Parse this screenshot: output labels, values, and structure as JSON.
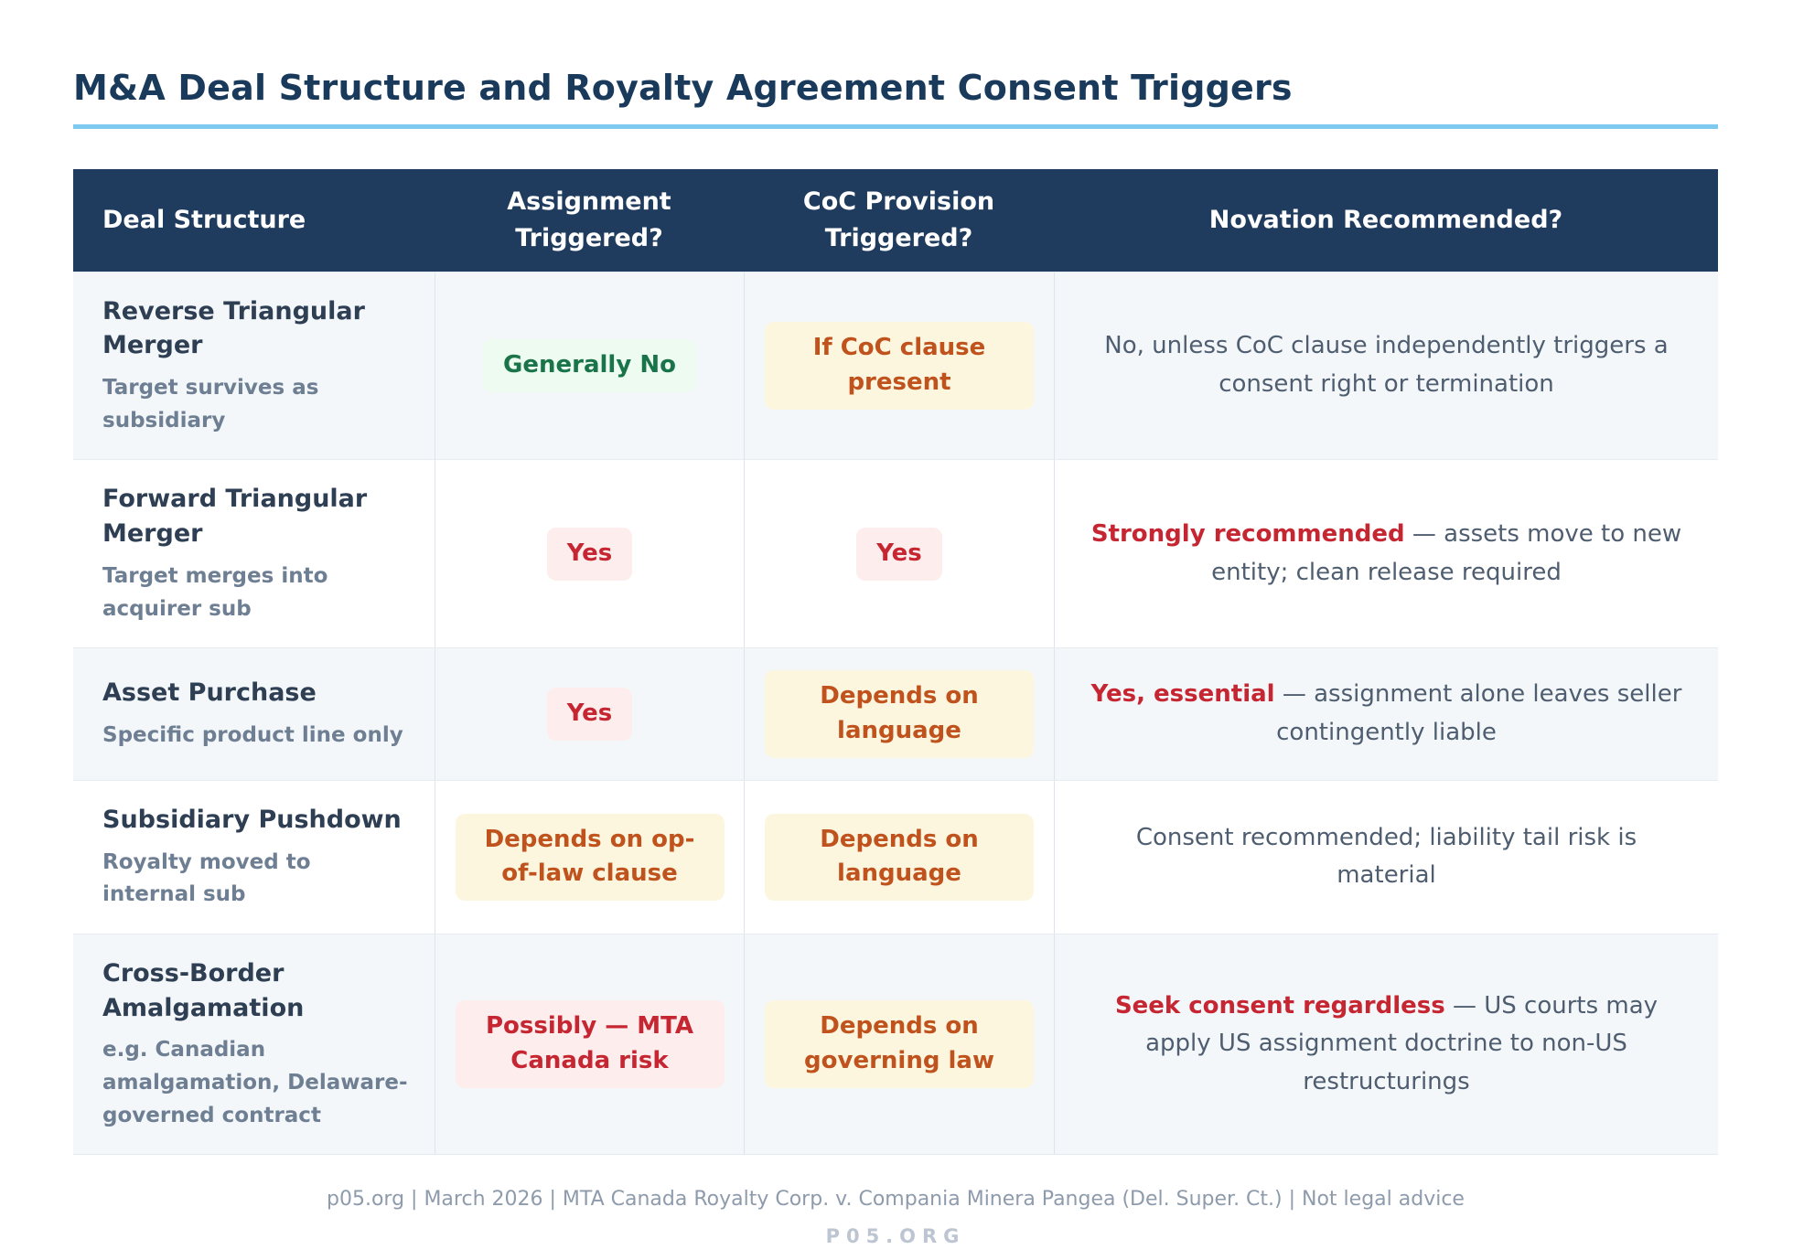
{
  "page": {
    "title": "M&A Deal Structure and Royalty Agreement Consent Triggers"
  },
  "colors": {
    "header_bg": "#1f3b5e",
    "title_navy": "#1a3a5c",
    "accent_underline": "#7ec9f0",
    "row_alt_bg": "#f4f7fa",
    "green_text": "#19744a",
    "green_bg": "#eefbf0",
    "red_text": "#c62631",
    "red_bg": "#fdeded",
    "orange_text": "#c0531d",
    "orange_bg": "#fdf6df",
    "body_text": "#4e5d6f",
    "footer_text": "#8e9bac"
  },
  "table": {
    "headers": {
      "col1": "Deal Structure",
      "col2": "Assignment Triggered?",
      "col3": "CoC Provision Triggered?",
      "col4": "Novation Recommended?"
    },
    "rows": [
      {
        "deal": {
          "title": "Reverse Triangular Merger",
          "subtitle": "Target survives as subsidiary"
        },
        "assignment": {
          "text": "Generally No",
          "style": "green"
        },
        "coc": {
          "text": "If CoC clause present",
          "style": "orange"
        },
        "novation": {
          "lead": "",
          "rest": "No, unless CoC clause independently triggers a consent right or termination"
        }
      },
      {
        "deal": {
          "title": "Forward Triangular Merger",
          "subtitle": "Target merges into acquirer sub"
        },
        "assignment": {
          "text": "Yes",
          "style": "red"
        },
        "coc": {
          "text": "Yes",
          "style": "red"
        },
        "novation": {
          "lead": "Strongly recommended",
          "rest": " — assets move to new entity; clean release required"
        }
      },
      {
        "deal": {
          "title": "Asset Purchase",
          "subtitle": "Specific product line only"
        },
        "assignment": {
          "text": "Yes",
          "style": "red"
        },
        "coc": {
          "text": "Depends on language",
          "style": "orange"
        },
        "novation": {
          "lead": "Yes, essential",
          "rest": " — assignment alone leaves seller contingently liable"
        }
      },
      {
        "deal": {
          "title": "Subsidiary Pushdown",
          "subtitle": "Royalty moved to internal sub"
        },
        "assignment": {
          "text": "Depends on op-of-law clause",
          "style": "orange"
        },
        "coc": {
          "text": "Depends on language",
          "style": "orange"
        },
        "novation": {
          "lead": "",
          "rest": "Consent recommended; liability tail risk is material"
        }
      },
      {
        "deal": {
          "title": "Cross-Border Amalgamation",
          "subtitle": "e.g. Canadian amalgamation, Delaware-governed contract"
        },
        "assignment": {
          "text": "Possibly — MTA Canada risk",
          "style": "red"
        },
        "coc": {
          "text": "Depends on governing law",
          "style": "orange"
        },
        "novation": {
          "lead": "Seek consent regardless",
          "rest": " — US courts may apply US assignment doctrine to non-US restructurings"
        }
      }
    ]
  },
  "footer": {
    "line": "p05.org  |  March 2026  |  MTA Canada Royalty Corp. v. Compania Minera Pangea (Del. Super. Ct.)  |  Not legal advice",
    "brand": "P05.ORG"
  },
  "chart_data": {
    "type": "table",
    "title": "M&A Deal Structure and Royalty Agreement Consent Triggers",
    "columns": [
      "Deal Structure",
      "Assignment Triggered?",
      "CoC Provision Triggered?",
      "Novation Recommended?"
    ],
    "rows": [
      [
        "Reverse Triangular Merger (Target survives as subsidiary)",
        "Generally No",
        "If CoC clause present",
        "No, unless CoC clause independently triggers a consent right or termination"
      ],
      [
        "Forward Triangular Merger (Target merges into acquirer sub)",
        "Yes",
        "Yes",
        "Strongly recommended — assets move to new entity; clean release required"
      ],
      [
        "Asset Purchase (Specific product line only)",
        "Yes",
        "Depends on language",
        "Yes, essential — assignment alone leaves seller contingently liable"
      ],
      [
        "Subsidiary Pushdown (Royalty moved to internal sub)",
        "Depends on op-of-law clause",
        "Depends on language",
        "Consent recommended; liability tail risk is material"
      ],
      [
        "Cross-Border Amalgamation (e.g. Canadian amalgamation, Delaware-governed contract)",
        "Possibly — MTA Canada risk",
        "Depends on governing law",
        "Seek consent regardless — US courts may apply US assignment doctrine to non-US restructurings"
      ]
    ],
    "legend_position": "none",
    "grid": true
  }
}
